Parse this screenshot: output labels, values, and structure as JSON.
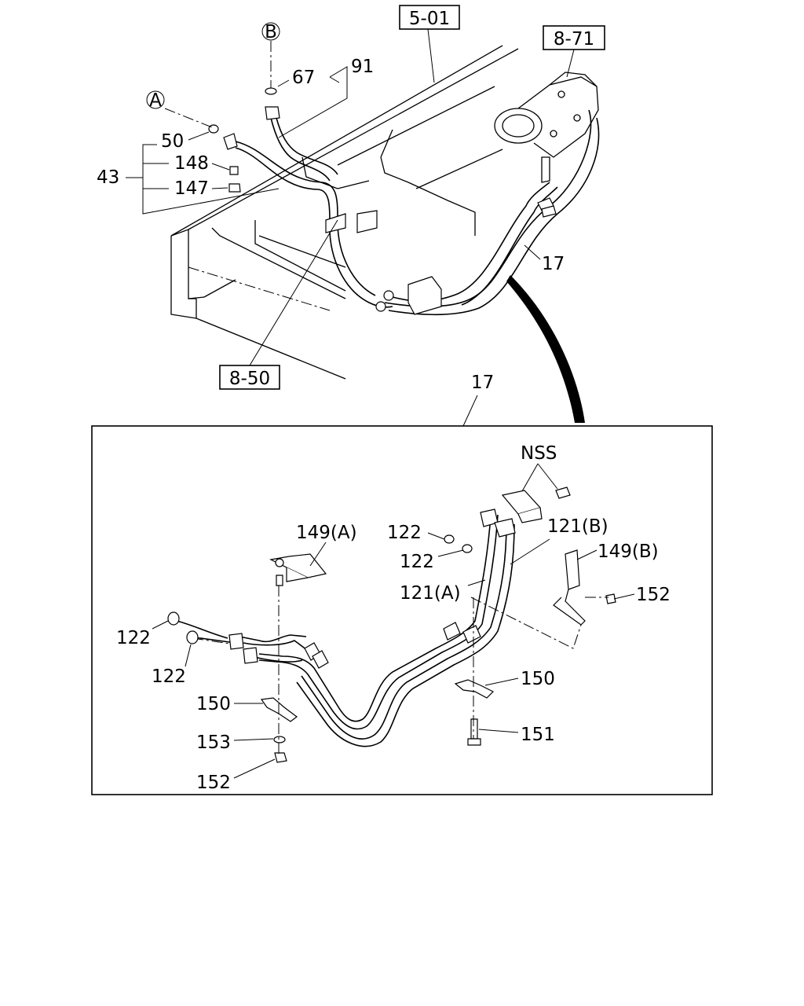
{
  "refs": {
    "r501": "5-01",
    "r871": "8-71",
    "r850": "8-50"
  },
  "circle_refs": {
    "a": "A",
    "b": "B"
  },
  "top_labels": {
    "p67": "67",
    "p91": "91",
    "p50": "50",
    "p148": "148",
    "p147": "147",
    "p43": "43",
    "p17": "17"
  },
  "detail": {
    "title": "17",
    "labels": {
      "nss": "NSS",
      "p149a": "149(A)",
      "p122_a": "122",
      "p122_b": "122",
      "p121b": "121(B)",
      "p149b": "149(B)",
      "p121a": "121(A)",
      "p152_a": "152",
      "p122_c": "122",
      "p122_d": "122",
      "p150_a": "150",
      "p150_b": "150",
      "p151": "151",
      "p153": "153",
      "p152_b": "152"
    }
  }
}
